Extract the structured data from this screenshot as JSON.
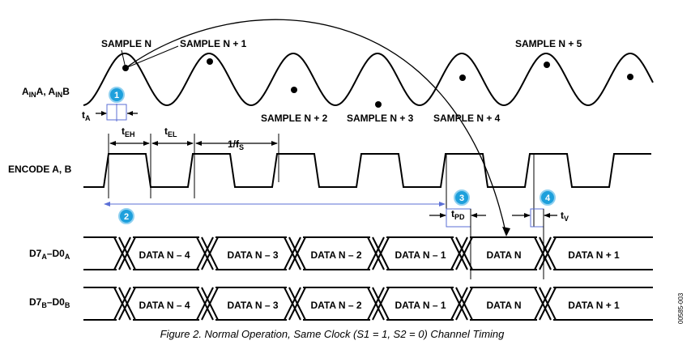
{
  "analog_signal": {
    "label_main": "A",
    "label_sub1": "IN",
    "label_mid": "A, A",
    "label_sub2": "IN",
    "label_end": "B"
  },
  "encode_signal": {
    "label": "ENCODE A, B"
  },
  "sample_labels": [
    "SAMPLE N",
    "SAMPLE N + 1",
    "SAMPLE N + 2",
    "SAMPLE N + 3",
    "SAMPLE N + 4",
    "SAMPLE N + 5"
  ],
  "timing_labels": {
    "t_a": "t",
    "t_a_sub": "A",
    "t_eh": "t",
    "t_eh_sub": "EH",
    "t_el": "t",
    "t_el_sub": "EL",
    "period": "1/f",
    "period_sub": "S",
    "t_pd": "t",
    "t_pd_sub": "PD",
    "t_v": "t",
    "t_v_sub": "V"
  },
  "bus_a": {
    "label": "D7",
    "label_sub1": "A",
    "label_mid": "–D0",
    "label_sub2": "A",
    "cells": [
      "DATA N – 4",
      "DATA N – 3",
      "DATA N – 2",
      "DATA N – 1",
      "DATA N",
      "DATA N + 1"
    ]
  },
  "bus_b": {
    "label": "D7",
    "label_sub1": "B",
    "label_mid": "–D0",
    "label_sub2": "B",
    "cells": [
      "DATA N – 4",
      "DATA N – 3",
      "DATA N – 2",
      "DATA N – 1",
      "DATA N",
      "DATA N + 1"
    ]
  },
  "badges": [
    "1",
    "2",
    "3",
    "4"
  ],
  "colors": {
    "badge": "#1ea0dc",
    "accent_line": "#5b6fd6",
    "ink": "#000000"
  },
  "caption": "Figure 2. Normal Operation, Same Clock (S1 = 1, S2 = 0) Channel Timing",
  "doc_id": "00585-003"
}
